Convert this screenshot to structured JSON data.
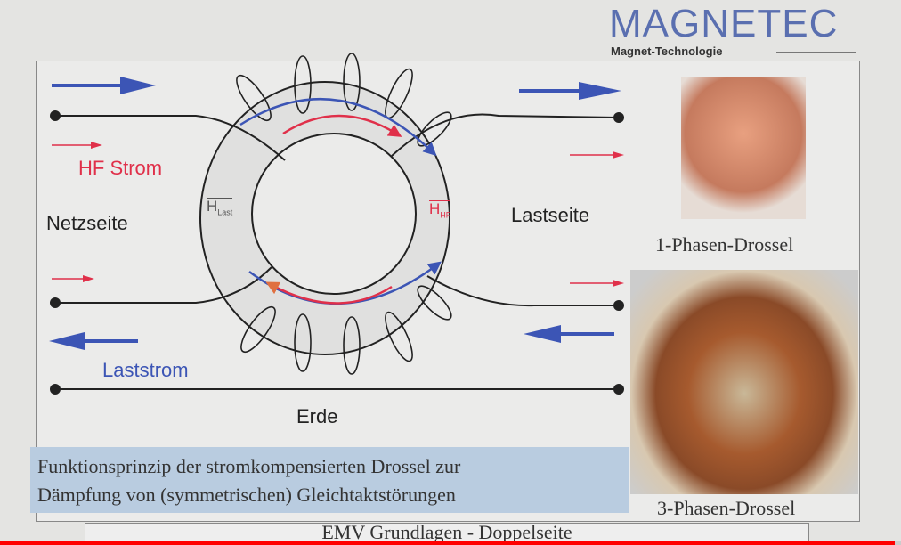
{
  "header": {
    "brand": "MAGNETEC",
    "subtitle": "Magnet-Technologie"
  },
  "diagram": {
    "hf_current": "HF Strom",
    "mains_side": "Netzseite",
    "load_side": "Lastseite",
    "load_current": "Laststrom",
    "earth": "Erde",
    "h_last": "H",
    "h_last_sub": "Last",
    "h_hf": "H",
    "h_hf_sub": "HF",
    "caption_line1": "Funktionsprinzip der stromkompensierten Drossel zur",
    "caption_line2": "Dämpfung von (symmetrischen) Gleichtaktstörungen"
  },
  "photos": {
    "single_phase": "1-Phasen-Drossel",
    "three_phase": "3-Phasen-Drossel"
  },
  "next_slide": "EMV Grundlagen - Doppelseite",
  "video": {
    "progress_percent": 99.3
  },
  "colors": {
    "blue": "#3c55b5",
    "red": "#e0304a",
    "brand": "#5a6fb0"
  }
}
